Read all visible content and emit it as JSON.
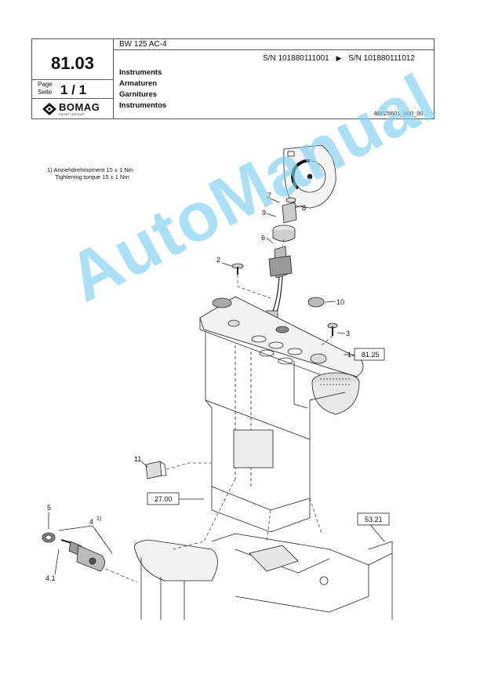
{
  "header": {
    "model": "BW 125 AC-4",
    "section": "81.03",
    "page_label_1": "Page",
    "page_label_2": "Seite",
    "page_number": "1 / 1",
    "brand": "BOMAG",
    "brand_sub": "FAYAT GROUP",
    "serial_from": "S/N 101880111001",
    "serial_arrow": "▶",
    "serial_to": "S/N 101880111012",
    "titles": [
      "Instruments",
      "Armaturen",
      "Garnitures",
      "Instrumentos"
    ],
    "doc_number": "88025601_000_00"
  },
  "note": {
    "line1": "1)  Anziehdrehmoment 15 ± 1 Nm",
    "line2": "Tightening torque 15 ± 1 Nm"
  },
  "parts": {
    "p1": "1",
    "p2": "2",
    "p3": "3",
    "p4": "4",
    "p4_note": "1)",
    "p41": "4.1",
    "p5": "5",
    "p6": "6",
    "p7": "7",
    "p8": "8",
    "p9": "9",
    "p10": "10",
    "p11": "11"
  },
  "refs": {
    "r1": "81.25",
    "r2": "27.00",
    "r3": "53.21"
  },
  "watermark": "AutoManual"
}
